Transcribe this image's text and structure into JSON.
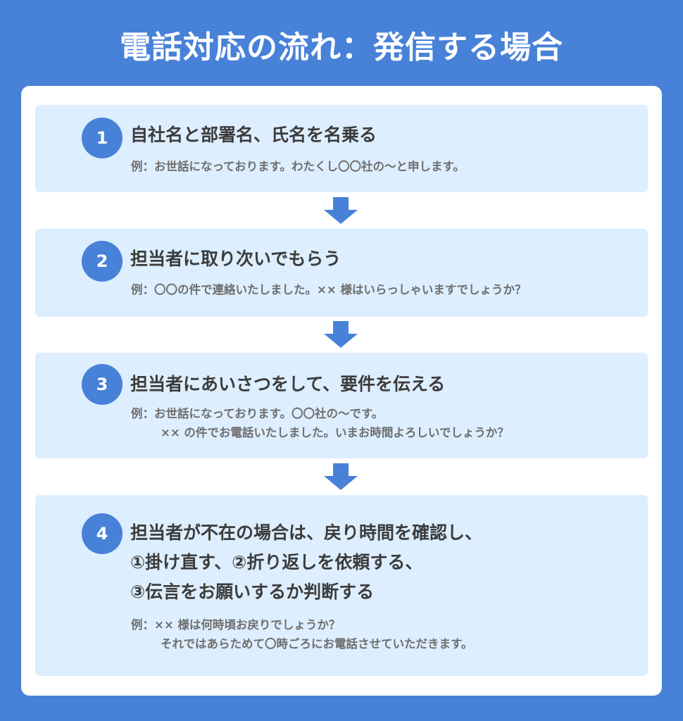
{
  "title": "電話対応の流れ：発信する場合",
  "colors": {
    "background": "#4781d8",
    "panel": "#ffffff",
    "step_box": "#ddeefe",
    "number_circle": "#4781d8",
    "heading_text": "#3c3c3c",
    "example_text": "#6e6e6e",
    "arrow": "#4781d8"
  },
  "steps": [
    {
      "number": "1",
      "heading_lines": [
        "自社名と部署名、氏名を名乗る"
      ],
      "example_lines": [
        "例：お世話になっております。わたくし〇〇社の～と申します。"
      ]
    },
    {
      "number": "2",
      "heading_lines": [
        "担当者に取り次いでもらう"
      ],
      "example_lines": [
        "例：〇〇の件で連絡いたしました。×× 様はいらっしゃいますでしょうか？"
      ]
    },
    {
      "number": "3",
      "heading_lines": [
        "担当者にあいさつをして、要件を伝える"
      ],
      "example_lines": [
        "例：お世話になっております。〇〇社の～です。",
        "×× の件でお電話いたしました。いまお時間よろしいでしょうか？"
      ]
    },
    {
      "number": "4",
      "heading_lines": [
        "担当者が不在の場合は、戻り時間を確認し、",
        "①掛け直す、②折り返しを依頼する、",
        "③伝言をお願いするか判断する"
      ],
      "example_lines": [
        "例：×× 様は何時頃お戻りでしょうか？",
        "それではあらためて〇時ごろにお電話させていただきます。"
      ]
    }
  ],
  "arrows": [
    {
      "icon": "down-arrow-icon"
    },
    {
      "icon": "down-arrow-icon"
    },
    {
      "icon": "down-arrow-icon"
    }
  ]
}
